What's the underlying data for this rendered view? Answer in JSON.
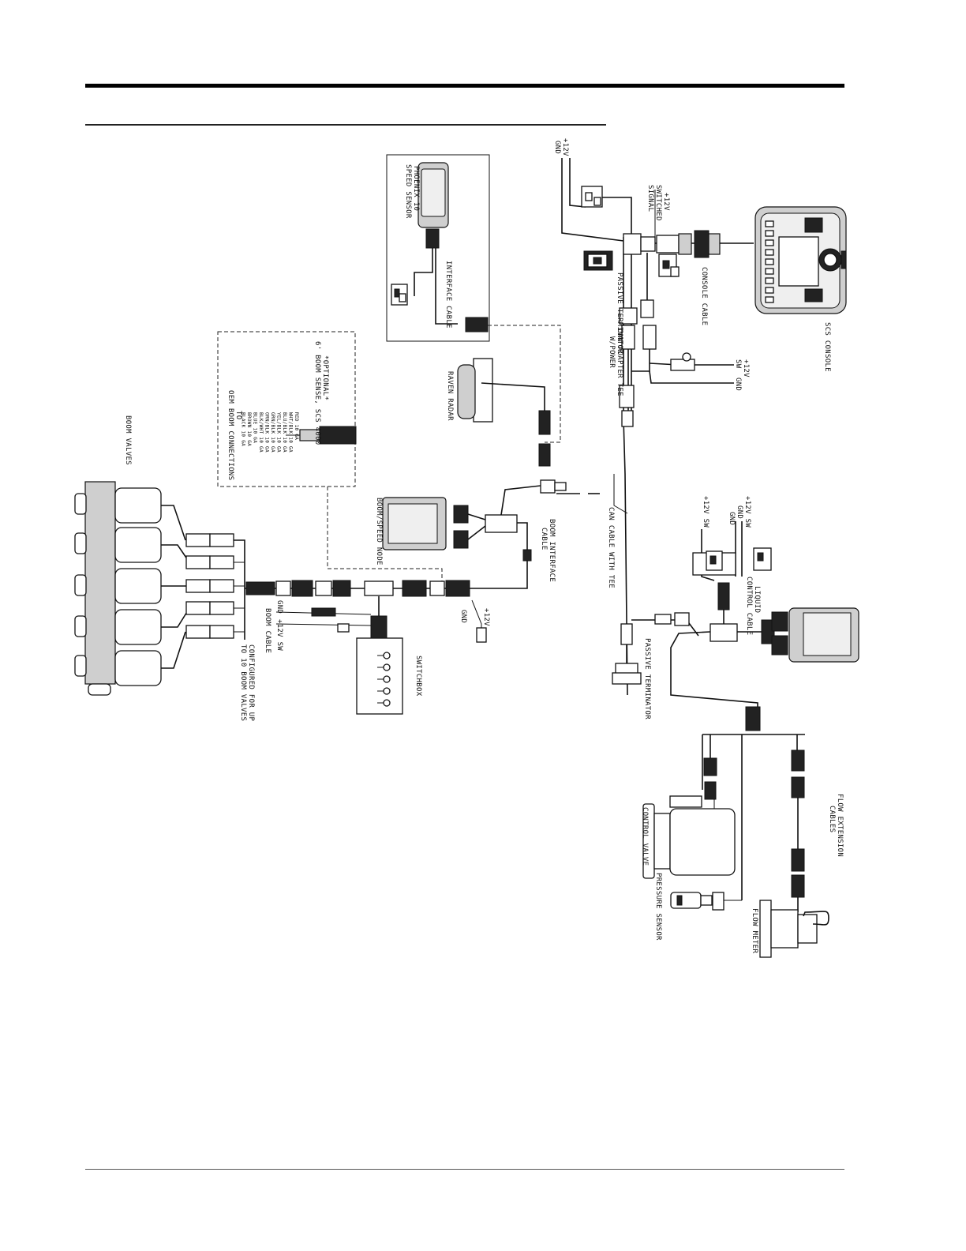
{
  "labels": {
    "plus12v": "+12V",
    "gnd": "GND",
    "switched_signal_1": "+12V",
    "switched_signal_2": "SWITCHED",
    "switched_signal_3": "SIGNAL",
    "phoenix_1": "PHOENIX 10",
    "phoenix_2": "SPEED SENSOR",
    "interface_cable": "INTERFACE CABLE",
    "passive_terminator": "PASSIVE TERMINATOR",
    "console_cable": "CONSOLE CABLE",
    "scs_console": "SCS CONSOLE",
    "can_adapter_1": "CAN ADAPTER TEE",
    "can_adapter_2": "W/POWER",
    "v12_sw": "+12V",
    "sw": "SW",
    "optional": "*OPTIONAL*",
    "boom_sense": "6' BOOM SENSE, SCS 4000",
    "to": "TO",
    "oem_boom": "OEM BOOM CONNECTIONS",
    "raven_radar": "RAVEN RADAR",
    "boom_valves": "BOOM VALVES",
    "boom_speed_node": "BOOM/SPEED NODE",
    "boom_interface_1": "BOOM INTERFACE",
    "boom_interface_2": "CABLE",
    "can_cable_tee": "CAN CABLE WITH TEE",
    "v12_sw_2": "+12V SW",
    "v12_sw_3": "+12V SW",
    "liquid_control_1": "LIQUID",
    "liquid_control_2": "CONTROL CABLE",
    "boom_cable": "BOOM CABLE",
    "switchbox": "SWITCHBOX",
    "configured_1": "CONFIGURED FOR UP",
    "configured_2": "TO 10 BOOM VALVES",
    "passive_terminator_2": "PASSIVE TERMINATOR",
    "control_valve": "CONTROL VALVE",
    "flow_ext_1": "FLOW EXTENSION",
    "flow_ext_2": "CABLES",
    "pressure_sensor": "PRESSURE SENSOR",
    "flow_meter": "FLOW METER"
  },
  "boom_wire_legend": [
    "RED  10 GA",
    "WHT/BLK 10 GA",
    "BLU/BLK 10 GA",
    "YEL/BLK 10 GA",
    "GRN/BLK 10 GA",
    "ORN/BLK 10 GA",
    "BLK/WHT 10 GA",
    "BLUE 10 GA",
    "BROWN 10 GA",
    "BLACK 10 GA"
  ],
  "colors": {
    "ink": "#111111",
    "paper": "#ffffff"
  },
  "icons": [
    "console-icon",
    "speed-sensor-icon",
    "radar-icon",
    "node-icon",
    "valve-icon",
    "switchbox-icon",
    "flow-meter-icon",
    "pressure-sensor-icon",
    "terminator-icon"
  ]
}
